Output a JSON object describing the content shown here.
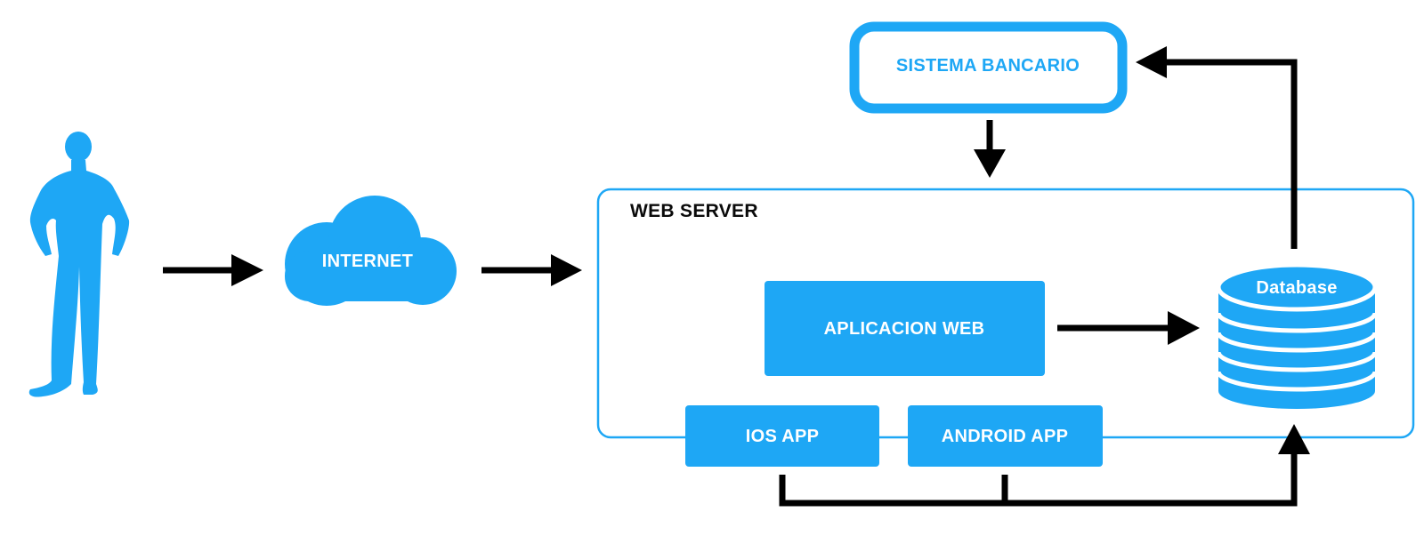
{
  "colors": {
    "accent": "#1ea7f5",
    "arrow": "#000000",
    "background": "#ffffff"
  },
  "icons": {
    "user": "person-silhouette-icon",
    "internet": "cloud-icon",
    "database": "database-icon"
  },
  "nodes": {
    "internet": "INTERNET",
    "sistema_bancario": "SISTEMA BANCARIO",
    "web_server": "WEB SERVER",
    "aplicacion_web": "APLICACION WEB",
    "ios_app": "IOS APP",
    "android_app": "ANDROID APP",
    "database": "Database"
  }
}
